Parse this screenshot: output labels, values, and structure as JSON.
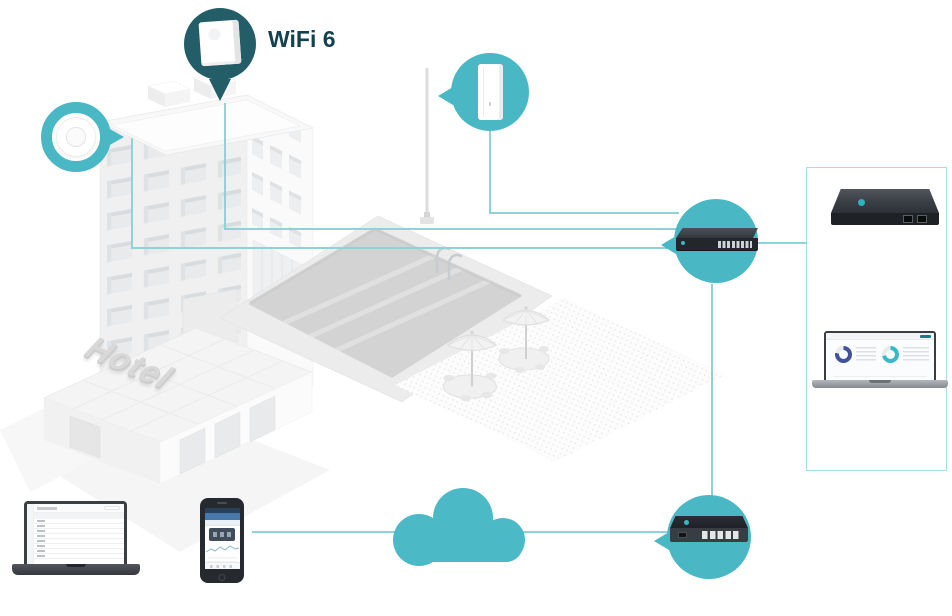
{
  "labels": {
    "wifi6": "WiFi 6",
    "hotel_sign": "Hotel"
  },
  "colors": {
    "teal": "#4AB8C4",
    "dark_teal": "#235E68",
    "connection_line": "#8FD2D8",
    "box_border": "#AADDE2",
    "cloud": "#4CB9C6",
    "wifi6_text": "#15424F",
    "dashboard_donut_navy": "#42519B",
    "dashboard_donut_teal": "#35BAC7"
  },
  "icons": {
    "wall_access_point": "white square wall-plate AP inside dark teal balloon callout",
    "ceiling_access_point": "white round ceiling AP inside teal ring callout",
    "outdoor_access_point": "white pole-mount outdoor AP inside teal balloon callout",
    "rack_switch": "dark rack switch with port row inside teal balloon callout",
    "gateway_router": "dark 5-port VPN router inside teal balloon callout",
    "controller_appliance": "dark controller device with two ports inside bordered box",
    "dashboard_laptop": "laptop showing dashboard with two donut charts inside bordered box",
    "management_laptop": "laptop showing device list table",
    "management_phone": "smartphone showing monitoring app with chart",
    "internet_cloud": "solid teal cloud shape",
    "hotel_building": "isometric white hotel tower with pool, patio umbrellas and light pole"
  }
}
